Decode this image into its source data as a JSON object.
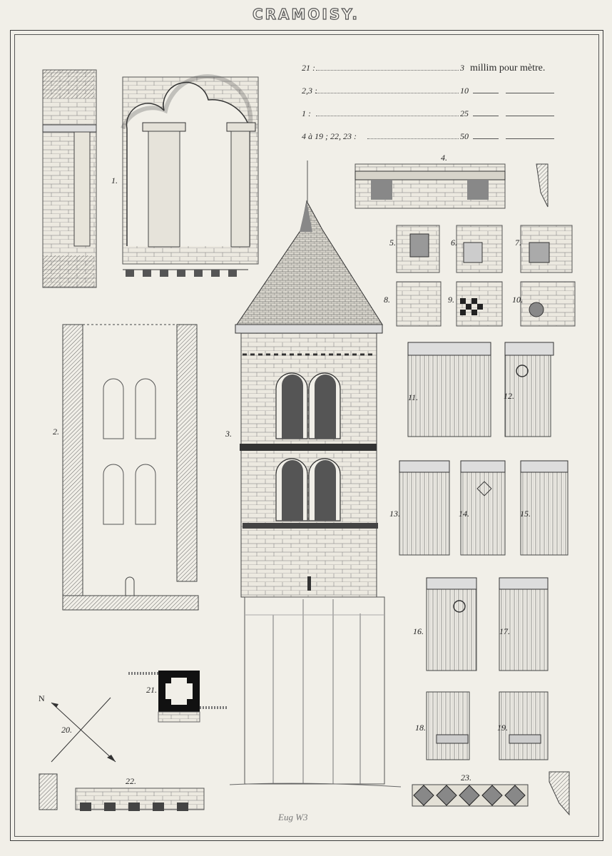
{
  "plate": {
    "title": "CRAMOISY.",
    "signature": "Eug W3"
  },
  "scale": [
    {
      "figures": "21 :",
      "value": "3",
      "unit": "millim pour mètre."
    },
    {
      "figures": "2,3 :",
      "value": "10",
      "unit": ""
    },
    {
      "figures": "1 :",
      "value": "25",
      "unit": ""
    },
    {
      "figures": "4 à 19 ; 22, 23 :",
      "value": "50",
      "unit": ""
    }
  ],
  "figure_labels": [
    "1.",
    "2.",
    "3.",
    "4.",
    "5.",
    "6.",
    "7.",
    "8.",
    "9.",
    "10.",
    "11.",
    "12.",
    "13.",
    "14.",
    "15.",
    "16.",
    "17.",
    "18.",
    "19.",
    "20.",
    "21.",
    "22.",
    "23."
  ],
  "compass": {
    "north": "N"
  }
}
